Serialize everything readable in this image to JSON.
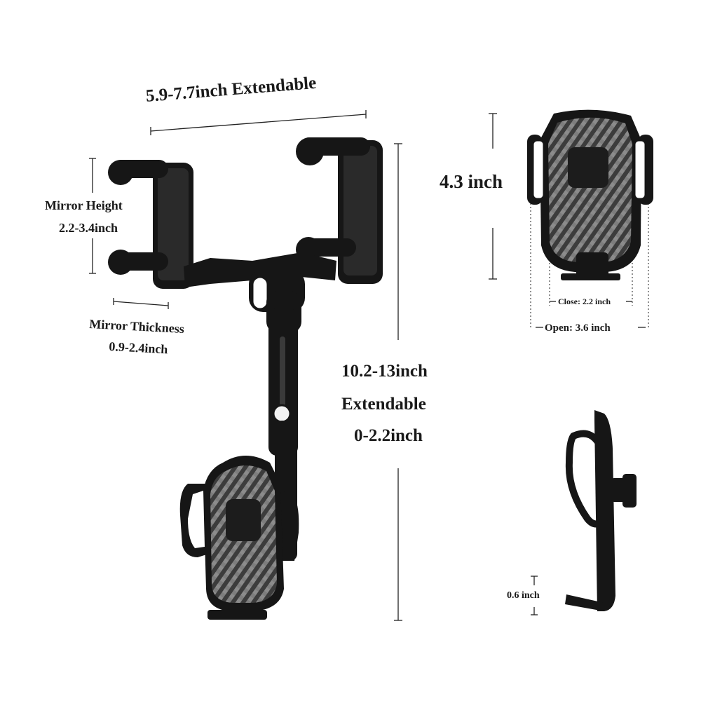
{
  "dimensions": {
    "width_extendable": "5.9-7.7inch Extendable",
    "mirror_height_title": "Mirror Height",
    "mirror_height_value": "2.2-3.4inch",
    "mirror_thickness_title": "Mirror Thickness",
    "mirror_thickness_value": "0.9-2.4inch",
    "length_line1": "10.2-13inch",
    "length_line2": "Extendable",
    "length_line3": "0-2.2inch",
    "holder_height": "4.3 inch",
    "close_width": "Close: 2.2 inch",
    "open_width": "Open: 3.6 inch",
    "base_depth": "0.6 inch"
  },
  "colors": {
    "plastic": "#161616",
    "plastic_light": "#2e2e2e",
    "carbon_base": "#3c3c3c",
    "carbon_stripe": "#8c8c8c",
    "dimension_line": "#222222"
  }
}
